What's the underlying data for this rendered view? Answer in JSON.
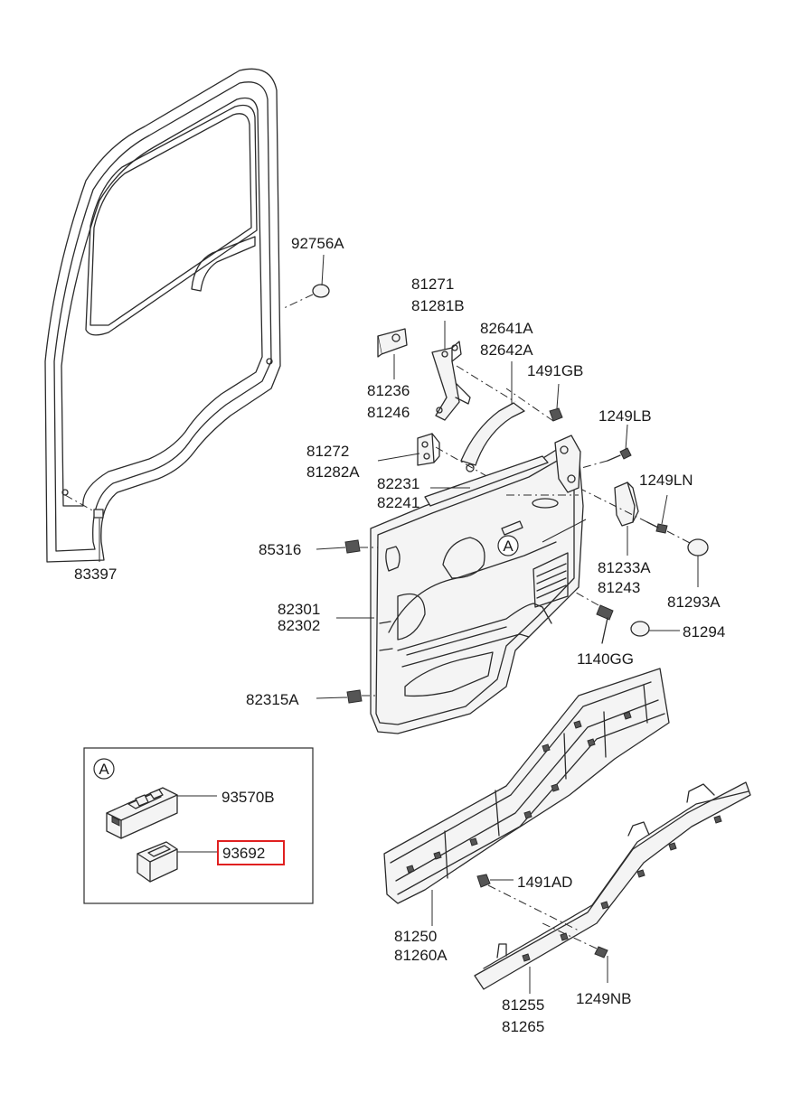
{
  "labels": {
    "p92756A": "92756A",
    "p81271": "81271",
    "p81281B": "81281B",
    "p82641A": "82641A",
    "p82642A": "82642A",
    "p1491GB": "1491GB",
    "p81236": "81236",
    "p81246": "81246",
    "p1249LB": "1249LB",
    "p81272": "81272",
    "p81282A": "81282A",
    "p82231": "82231",
    "p82241": "82241",
    "p1249LN": "1249LN",
    "p85316": "85316",
    "p81233A": "81233A",
    "p81243": "81243",
    "p81293A": "81293A",
    "p82301": "82301",
    "p82302": "82302",
    "p83397": "83397",
    "p81294": "81294",
    "p1140GG": "1140GG",
    "p82315A": "82315A",
    "p93570B": "93570B",
    "p93692": "93692",
    "p1491AD": "1491AD",
    "p81250": "81250",
    "p81260A": "81260A",
    "p81255": "81255",
    "p81265": "81265",
    "p1249NB": "1249NB"
  },
  "callouts": {
    "detail_marker": "A",
    "inset_marker": "A"
  },
  "highlight": {
    "part": "93692",
    "color": "#e02020"
  }
}
